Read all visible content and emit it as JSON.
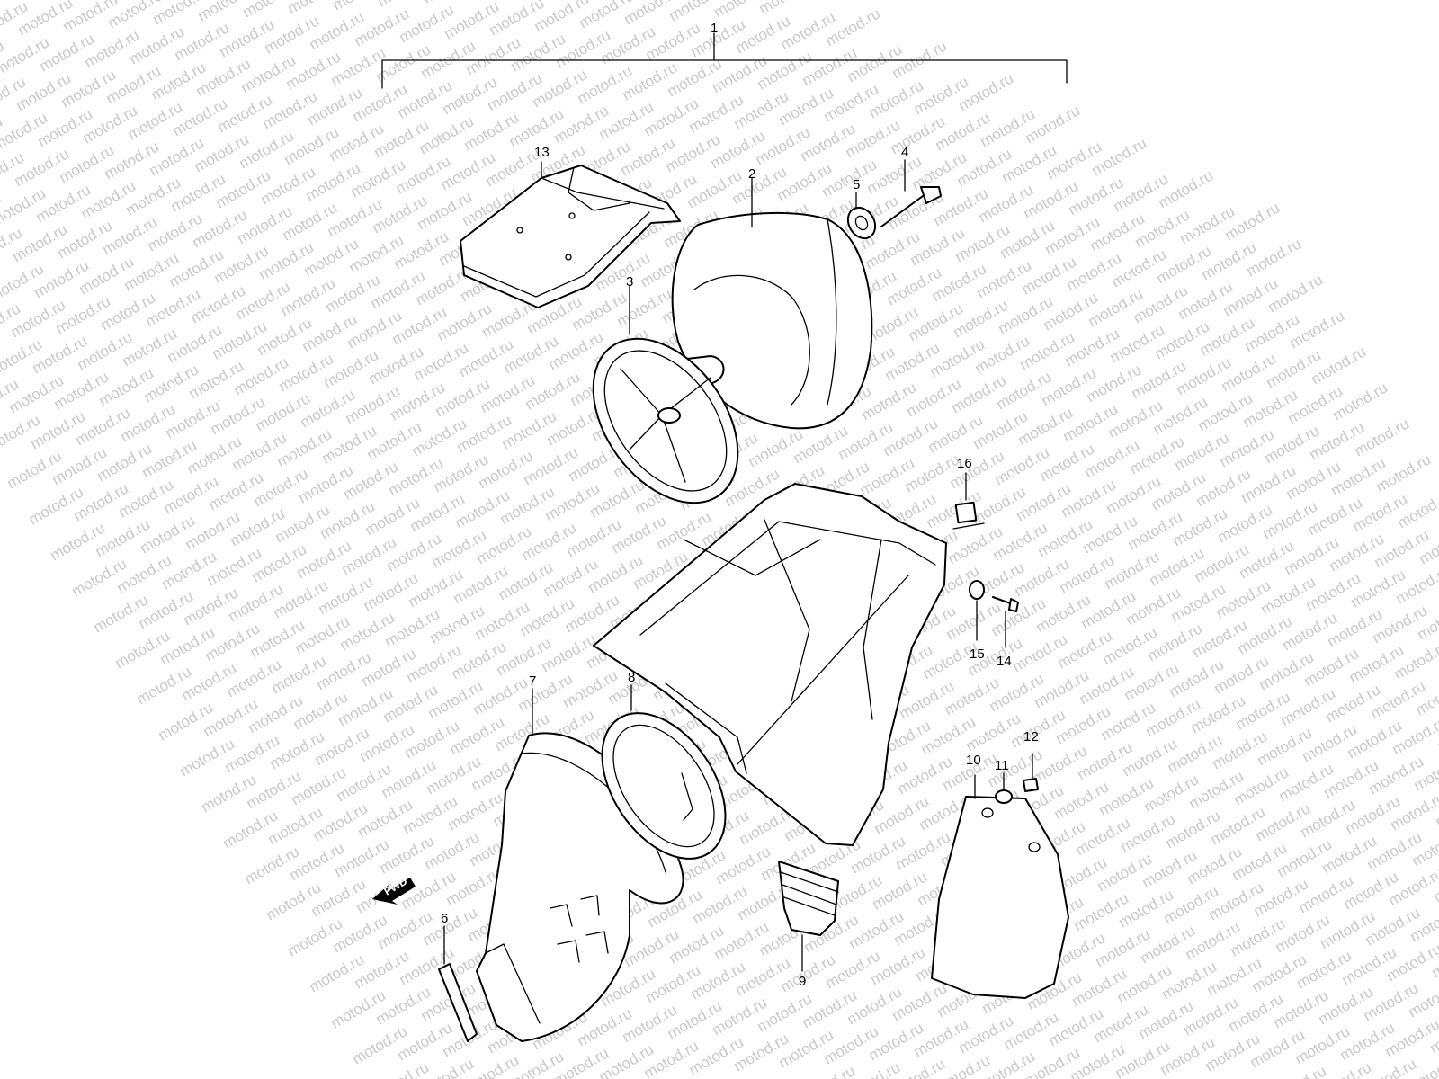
{
  "watermark": {
    "text": "motod.ru"
  },
  "labels": {
    "p1": "1",
    "p2": "2",
    "p3": "3",
    "p4": "4",
    "p5": "5",
    "p6": "6",
    "p7": "7",
    "p8": "8",
    "p9": "9",
    "p10": "10",
    "p11": "11",
    "p12": "12",
    "p13": "13",
    "p14": "14",
    "p15": "15",
    "p16": "16"
  },
  "fwd": {
    "text": "FWD"
  }
}
